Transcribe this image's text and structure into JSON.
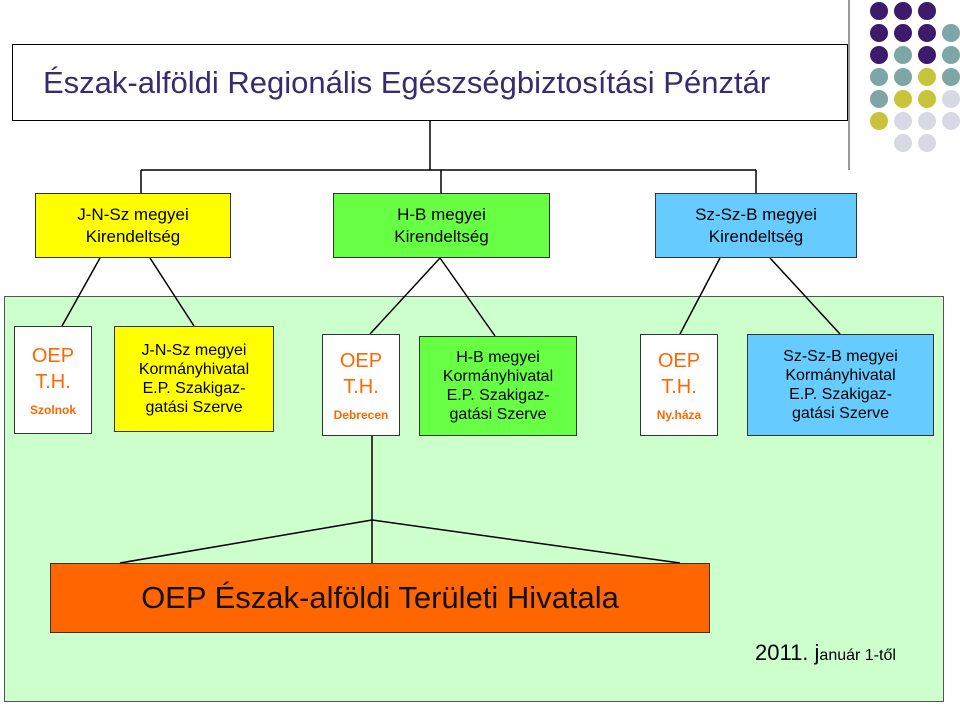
{
  "title": "Észak-alföldi Regionális Egészségbiztosítási Pénztár",
  "regional_offices": [
    {
      "line1": "J-N-Sz megyei",
      "line2": "Kirendeltség",
      "color": "#ffff00"
    },
    {
      "line1": "H-B megyei",
      "line2": "Kirendeltség",
      "color": "#66ff44"
    },
    {
      "line1": "Sz-Sz-B megyei",
      "line2": "Kirendeltség",
      "color": "#66ccff"
    }
  ],
  "oep_units": [
    {
      "oep": "OEP",
      "th": "T.H.",
      "city": "Szolnok",
      "color": "#ff6600"
    },
    {
      "oep": "OEP",
      "th": "T.H.",
      "city": "Debrecen",
      "color": "#ff6600"
    },
    {
      "oep": "OEP",
      "th": "T.H.",
      "city": "Ny.háza",
      "color": "#ff6600"
    }
  ],
  "gov_offices": [
    {
      "lines": [
        "J-N-Sz megyei",
        "Kormányhivatal",
        "E.P. Szakigaz-",
        "gatási Szerve"
      ],
      "color": "#ffff00"
    },
    {
      "lines": [
        "H-B megyei",
        "Kormányhivatal",
        "E.P. Szakigaz-",
        "gatási Szerve"
      ],
      "color": "#66ff44"
    },
    {
      "lines": [
        "Sz-Sz-B  megyei",
        "Kormányhivatal",
        "E.P. Szakigaz-",
        "gatási Szerve"
      ],
      "color": "#66ccff"
    }
  ],
  "oep_main": "OEP Észak-alföldi Területi Hivatala",
  "date": {
    "big": "2011. j",
    "small": "anuár 1-től"
  },
  "colors": {
    "title_text": "#3a2a6e",
    "dot_purple": "#3d1a6b",
    "dot_teal": "#7fa6a6",
    "dot_olive": "#c7c43a",
    "dot_light": "#d9d9e6",
    "green_area": "#ccffcc",
    "oep_main": "#ff6600"
  }
}
